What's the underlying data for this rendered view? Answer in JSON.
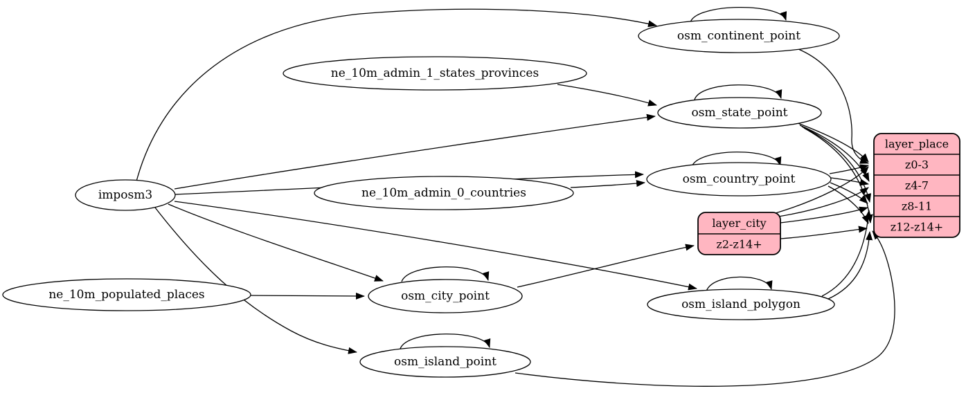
{
  "diagram": {
    "kind": "etl-dependency-graph",
    "colors": {
      "background": "#ffffff",
      "stroke": "#000000",
      "text": "#000000",
      "table_fill": "#ffffff",
      "layer_fill": "#ffb6c1"
    },
    "nodes": [
      {
        "id": "imposm3",
        "label": "imposm3",
        "shape": "ellipse"
      },
      {
        "id": "ne_10m_admin_1_states_provinces",
        "label": "ne_10m_admin_1_states_provinces",
        "shape": "ellipse"
      },
      {
        "id": "ne_10m_admin_0_countries",
        "label": "ne_10m_admin_0_countries",
        "shape": "ellipse"
      },
      {
        "id": "ne_10m_populated_places",
        "label": "ne_10m_populated_places",
        "shape": "ellipse"
      },
      {
        "id": "osm_continent_point",
        "label": "osm_continent_point",
        "shape": "ellipse"
      },
      {
        "id": "osm_state_point",
        "label": "osm_state_point",
        "shape": "ellipse"
      },
      {
        "id": "osm_country_point",
        "label": "osm_country_point",
        "shape": "ellipse"
      },
      {
        "id": "osm_city_point",
        "label": "osm_city_point",
        "shape": "ellipse"
      },
      {
        "id": "osm_island_polygon",
        "label": "osm_island_polygon",
        "shape": "ellipse"
      },
      {
        "id": "osm_island_point",
        "label": "osm_island_point",
        "shape": "ellipse"
      },
      {
        "id": "layer_city",
        "label": "layer_city",
        "shape": "record",
        "rows": [
          "z2-z14+"
        ]
      },
      {
        "id": "layer_place",
        "label": "layer_place",
        "shape": "record",
        "rows": [
          "z0-3",
          "z4-7",
          "z8-11",
          "z12-z14+"
        ]
      }
    ],
    "edges": [
      {
        "from": "imposm3",
        "to": "osm_continent_point"
      },
      {
        "from": "imposm3",
        "to": "osm_state_point"
      },
      {
        "from": "imposm3",
        "to": "osm_country_point"
      },
      {
        "from": "imposm3",
        "to": "osm_city_point"
      },
      {
        "from": "imposm3",
        "to": "osm_island_polygon"
      },
      {
        "from": "imposm3",
        "to": "osm_island_point"
      },
      {
        "from": "ne_10m_admin_1_states_provinces",
        "to": "osm_state_point"
      },
      {
        "from": "ne_10m_admin_0_countries",
        "to": "osm_country_point"
      },
      {
        "from": "ne_10m_populated_places",
        "to": "osm_city_point"
      },
      {
        "from": "osm_continent_point",
        "to": "osm_continent_point"
      },
      {
        "from": "osm_state_point",
        "to": "osm_state_point"
      },
      {
        "from": "osm_country_point",
        "to": "osm_country_point"
      },
      {
        "from": "osm_city_point",
        "to": "osm_city_point"
      },
      {
        "from": "osm_island_polygon",
        "to": "osm_island_polygon"
      },
      {
        "from": "osm_island_point",
        "to": "osm_island_point"
      },
      {
        "from": "osm_continent_point",
        "to": "layer_place",
        "row": "z0-3"
      },
      {
        "from": "osm_state_point",
        "to": "layer_place",
        "row": "z0-3"
      },
      {
        "from": "osm_state_point",
        "to": "layer_place",
        "row": "z4-7"
      },
      {
        "from": "osm_state_point",
        "to": "layer_place",
        "row": "z8-11"
      },
      {
        "from": "osm_state_point",
        "to": "layer_place",
        "row": "z12-z14+"
      },
      {
        "from": "osm_country_point",
        "to": "layer_place",
        "row": "z0-3"
      },
      {
        "from": "osm_country_point",
        "to": "layer_place",
        "row": "z4-7"
      },
      {
        "from": "osm_country_point",
        "to": "layer_place",
        "row": "z8-11"
      },
      {
        "from": "osm_country_point",
        "to": "layer_place",
        "row": "z12-z14+"
      },
      {
        "from": "osm_city_point",
        "to": "layer_city",
        "row": "z2-z14+"
      },
      {
        "from": "layer_city",
        "to": "layer_place",
        "row": "z0-3"
      },
      {
        "from": "layer_city",
        "to": "layer_place",
        "row": "z4-7"
      },
      {
        "from": "layer_city",
        "to": "layer_place",
        "row": "z8-11"
      },
      {
        "from": "layer_city",
        "to": "layer_place",
        "row": "z12-z14+"
      },
      {
        "from": "osm_island_polygon",
        "to": "layer_place",
        "row": "z8-11"
      },
      {
        "from": "osm_island_polygon",
        "to": "layer_place",
        "row": "z12-z14+"
      },
      {
        "from": "osm_island_point",
        "to": "layer_place",
        "row": "z12-z14+"
      }
    ]
  }
}
